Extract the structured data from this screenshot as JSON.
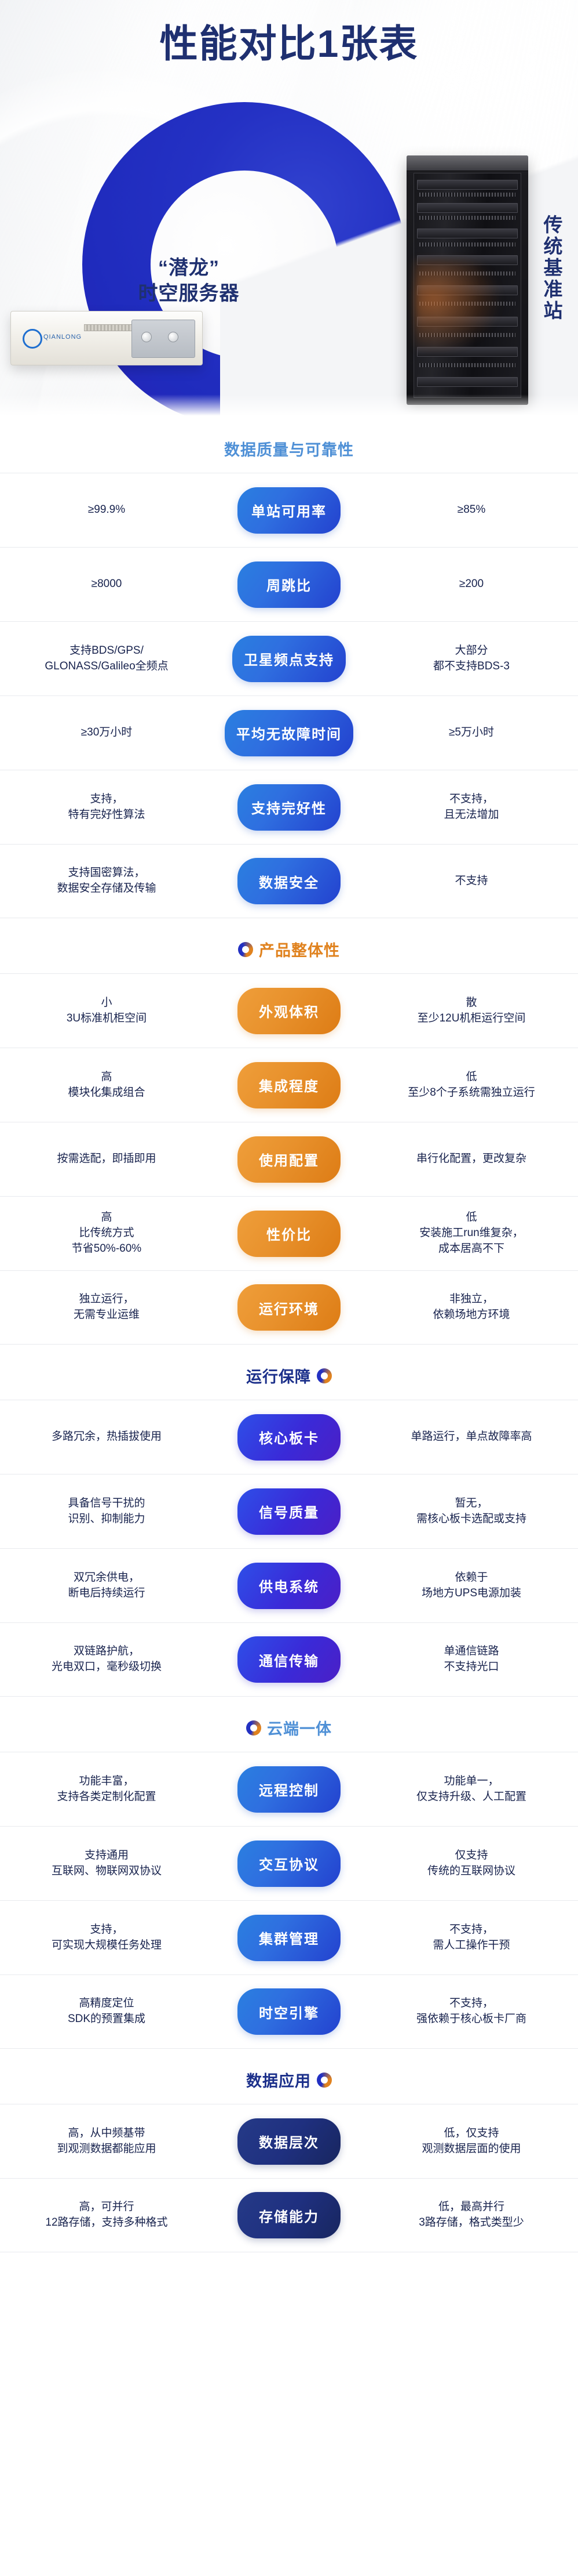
{
  "hero": {
    "title": "性能对比1张表",
    "left_product": {
      "line1": "“潜龙”",
      "line2": "时空服务器"
    },
    "right_product": "传统基准站"
  },
  "colors": {
    "brand_blue": "#2331c2",
    "accent_orange": "#e0821e",
    "header_blue": "#4f90d6",
    "navy": "#1b2f8a",
    "text": "#17224d"
  },
  "sections": [
    {
      "title": "数据质量与可靠性",
      "title_style": "plain",
      "ring": "none",
      "pill_style": "blue",
      "rows": [
        {
          "left": "≥99.9%",
          "label": "单站可用率",
          "right": "≥85%"
        },
        {
          "left": "≥8000",
          "label": "周跳比",
          "right": "≥200"
        },
        {
          "left": "支持BDS/GPS/\nGLONASS/Galileo全频点",
          "label": "卫星频点支持",
          "right": "大部分\n都不支持BDS-3"
        },
        {
          "left": "≥30万小时",
          "label": "平均无故障时间",
          "right": "≥5万小时"
        },
        {
          "left": "支持，\n特有完好性算法",
          "label": "支持完好性",
          "right": "不支持，\n且无法增加"
        },
        {
          "left": "支持国密算法，\n数据安全存储及传输",
          "label": "数据安全",
          "right": "不支持"
        }
      ]
    },
    {
      "title": "产品整体性",
      "title_style": "orange",
      "ring": "left",
      "pill_style": "orange",
      "rows": [
        {
          "left": "小\n3U标准机柜空间",
          "label": "外观体积",
          "right": "散\n至少12U机柜运行空间"
        },
        {
          "left": "高\n模块化集成组合",
          "label": "集成程度",
          "right": "低\n至少8个子系统需独立运行"
        },
        {
          "left": "按需选配，即插即用",
          "label": "使用配置",
          "right": "串行化配置，更改复杂"
        },
        {
          "left": "高\n比传统方式\n节省50%-60%",
          "label": "性价比",
          "right": "低\n安装施工run维复杂，\n成本居高不下"
        },
        {
          "left": "独立运行，\n无需专业运维",
          "label": "运行环境",
          "right": "非独立，\n依赖场地方环境"
        }
      ]
    },
    {
      "title": "运行保障",
      "title_style": "navy",
      "ring": "right",
      "pill_style": "indigo",
      "rows": [
        {
          "left": "多路冗余，热插拔使用",
          "label": "核心板卡",
          "right": "单路运行，单点故障率高"
        },
        {
          "left": "具备信号干扰的\n识别、抑制能力",
          "label": "信号质量",
          "right": "暂无，\n需核心板卡选配或支持"
        },
        {
          "left": "双冗余供电，\n断电后持续运行",
          "label": "供电系统",
          "right": "依赖于\n场地方UPS电源加装"
        },
        {
          "left": "双链路护航，\n光电双口，毫秒级切换",
          "label": "通信传输",
          "right": "单通信链路\n不支持光口"
        }
      ]
    },
    {
      "title": "云端一体",
      "title_style": "plain",
      "ring": "left",
      "pill_style": "blue",
      "rows": [
        {
          "left": "功能丰富，\n支持各类定制化配置",
          "label": "远程控制",
          "right": "功能单一，\n仅支持升级、人工配置"
        },
        {
          "left": "支持通用\n互联网、物联网双协议",
          "label": "交互协议",
          "right": "仅支持\n传统的互联网协议"
        },
        {
          "left": "支持，\n可实现大规模任务处理",
          "label": "集群管理",
          "right": "不支持，\n需人工操作干预"
        },
        {
          "left": "高精度定位\nSDK的预置集成",
          "label": "时空引擎",
          "right": "不支持，\n强依赖于核心板卡厂商"
        }
      ]
    },
    {
      "title": "数据应用",
      "title_style": "navy",
      "ring": "right",
      "pill_style": "navy",
      "rows": [
        {
          "left": "高，从中频基带\n到观测数据都能应用",
          "label": "数据层次",
          "right": "低，仅支持\n观测数据层面的使用"
        },
        {
          "left": "高，可并行\n12路存储，支持多种格式",
          "label": "存储能力",
          "right": "低，最高并行\n3路存储，格式类型少"
        }
      ]
    }
  ]
}
